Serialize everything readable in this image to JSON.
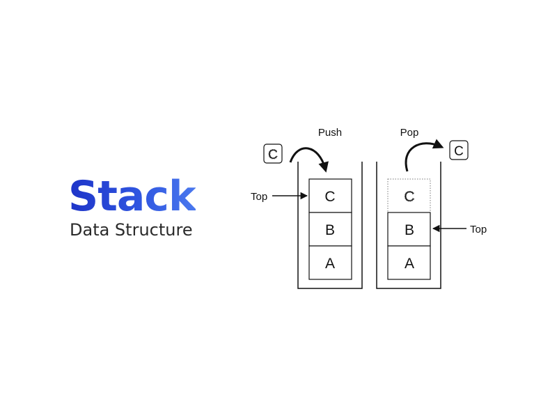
{
  "title": {
    "main": "Stack",
    "subtitle": "Data Structure"
  },
  "colors": {
    "title_gradient_start": "#1e34c8",
    "title_gradient_end": "#4a78ee",
    "ink": "#111111"
  },
  "push_panel": {
    "label": "Push",
    "incoming_item": "C",
    "items": [
      "C",
      "B",
      "A"
    ],
    "top_label": "Top"
  },
  "pop_panel": {
    "label": "Pop",
    "outgoing_item": "C",
    "ghost_item": "C",
    "items": [
      "B",
      "A"
    ],
    "top_label": "Top"
  }
}
